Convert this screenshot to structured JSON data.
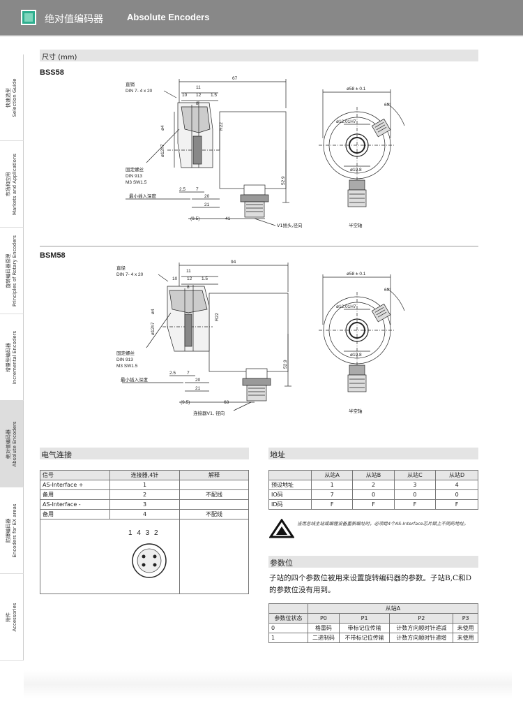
{
  "header": {
    "title_cn": "绝对值编码器",
    "title_en": "Absolute Encoders"
  },
  "sidebar": [
    {
      "cn": "快速选型",
      "en": "Selection Guide"
    },
    {
      "cn": "市场和应用",
      "en": "Markets and Applications"
    },
    {
      "cn": "旋转编码器原理",
      "en": "Principles of Rotary Encoders"
    },
    {
      "cn": "增量型编码器",
      "en": "Incremental Encoders"
    },
    {
      "cn": "绝对值编码器",
      "en": "Absolute Encoders"
    },
    {
      "cn": "防爆编码器",
      "en": "Encoders for EX areas"
    },
    {
      "cn": "附件",
      "en": "Accessories"
    }
  ],
  "dimensions": {
    "title": "尺寸 (mm)",
    "bss58": {
      "model": "BSS58",
      "overall_length": "67",
      "d11": "11",
      "d10": "10",
      "d12": "12",
      "d15": "1.5",
      "d8": "8",
      "d4": "ø4",
      "r22": "R22",
      "d12h7": "ø12h7",
      "d25": "2.5",
      "d7": "7",
      "d20": "20",
      "d21": "21",
      "d95": "(9.5)",
      "d41": "41",
      "h529": "52.9",
      "pin_label": "直销",
      "pin_spec": "DIN 7- 4 x 20",
      "screw_label": "固定螺丝",
      "screw_spec1": "DIN 913",
      "screw_spec2": "M3 SW1.5",
      "min_depth": "最小插入深度",
      "connector": "V1插头,径向",
      "dia58": "ø58 ± 0.1",
      "angle60": "60°",
      "dia12h7": "ø12.01H7",
      "dia198": "ø19.8",
      "hollow": "半空轴"
    },
    "bsm58": {
      "model": "BSM58",
      "overall_length": "94",
      "d11": "11",
      "d10": "10",
      "d12": "12",
      "d15": "1.5",
      "d8": "8",
      "d4": "ø4",
      "r22": "R22",
      "d12h7": "ø12h7",
      "d25": "2.5",
      "d7": "7",
      "d20": "20",
      "d21": "21",
      "d95": "(9.5)",
      "d68": "68",
      "h529": "52.9",
      "pin_label": "直径",
      "pin_spec": "DIN 7- 4 x 20",
      "screw_label": "固定螺丝",
      "screw_spec1": "DIN 913",
      "screw_spec2": "M3 SW1.5",
      "min_depth": "最小插入深度",
      "connector": "连接器V1, 径向",
      "dia58": "ø58 ± 0.1",
      "angle60": "60°",
      "dia12h7": "ø12.01H7",
      "dia198": "ø19.8",
      "hollow": "半空轴"
    }
  },
  "electrical": {
    "title": "电气连接",
    "headers": [
      "信号",
      "连接器,4针",
      "解释"
    ],
    "rows": [
      [
        "AS-Interface +",
        "1",
        ""
      ],
      [
        "备用",
        "2",
        "不配线"
      ],
      [
        "AS-Interface -",
        "3",
        ""
      ],
      [
        "备用",
        "4",
        "不配线"
      ]
    ],
    "pin_numbers": "1 4 3 2"
  },
  "address": {
    "title": "地址",
    "headers": [
      "",
      "从站A",
      "从站B",
      "从站C",
      "从站D"
    ],
    "rows": [
      [
        "预设地址",
        "1",
        "2",
        "3",
        "4"
      ],
      [
        "IO码",
        "7",
        "0",
        "0",
        "0"
      ],
      [
        "ID码",
        "F",
        "F",
        "F",
        "F"
      ]
    ],
    "warning": "当用总线主站或编程设备重新编址时，必须给4个AS-Interface芯片赋上不同的地址。"
  },
  "params": {
    "title": "参数位",
    "text1": "子站的四个参数位被用来设置旋转编码器的参数。子站B,C和D",
    "text2": "的参数位没有用到。",
    "group": "从站A",
    "headers": [
      "参数位状态",
      "P0",
      "P1",
      "P2",
      "P3"
    ],
    "rows": [
      [
        "0",
        "格雷码",
        "带标记位传输",
        "计数方向顺时针递减",
        "未使用"
      ],
      [
        "1",
        "二进制码",
        "不带标记位传输",
        "计数方向顺时针递增",
        "未使用"
      ]
    ]
  }
}
